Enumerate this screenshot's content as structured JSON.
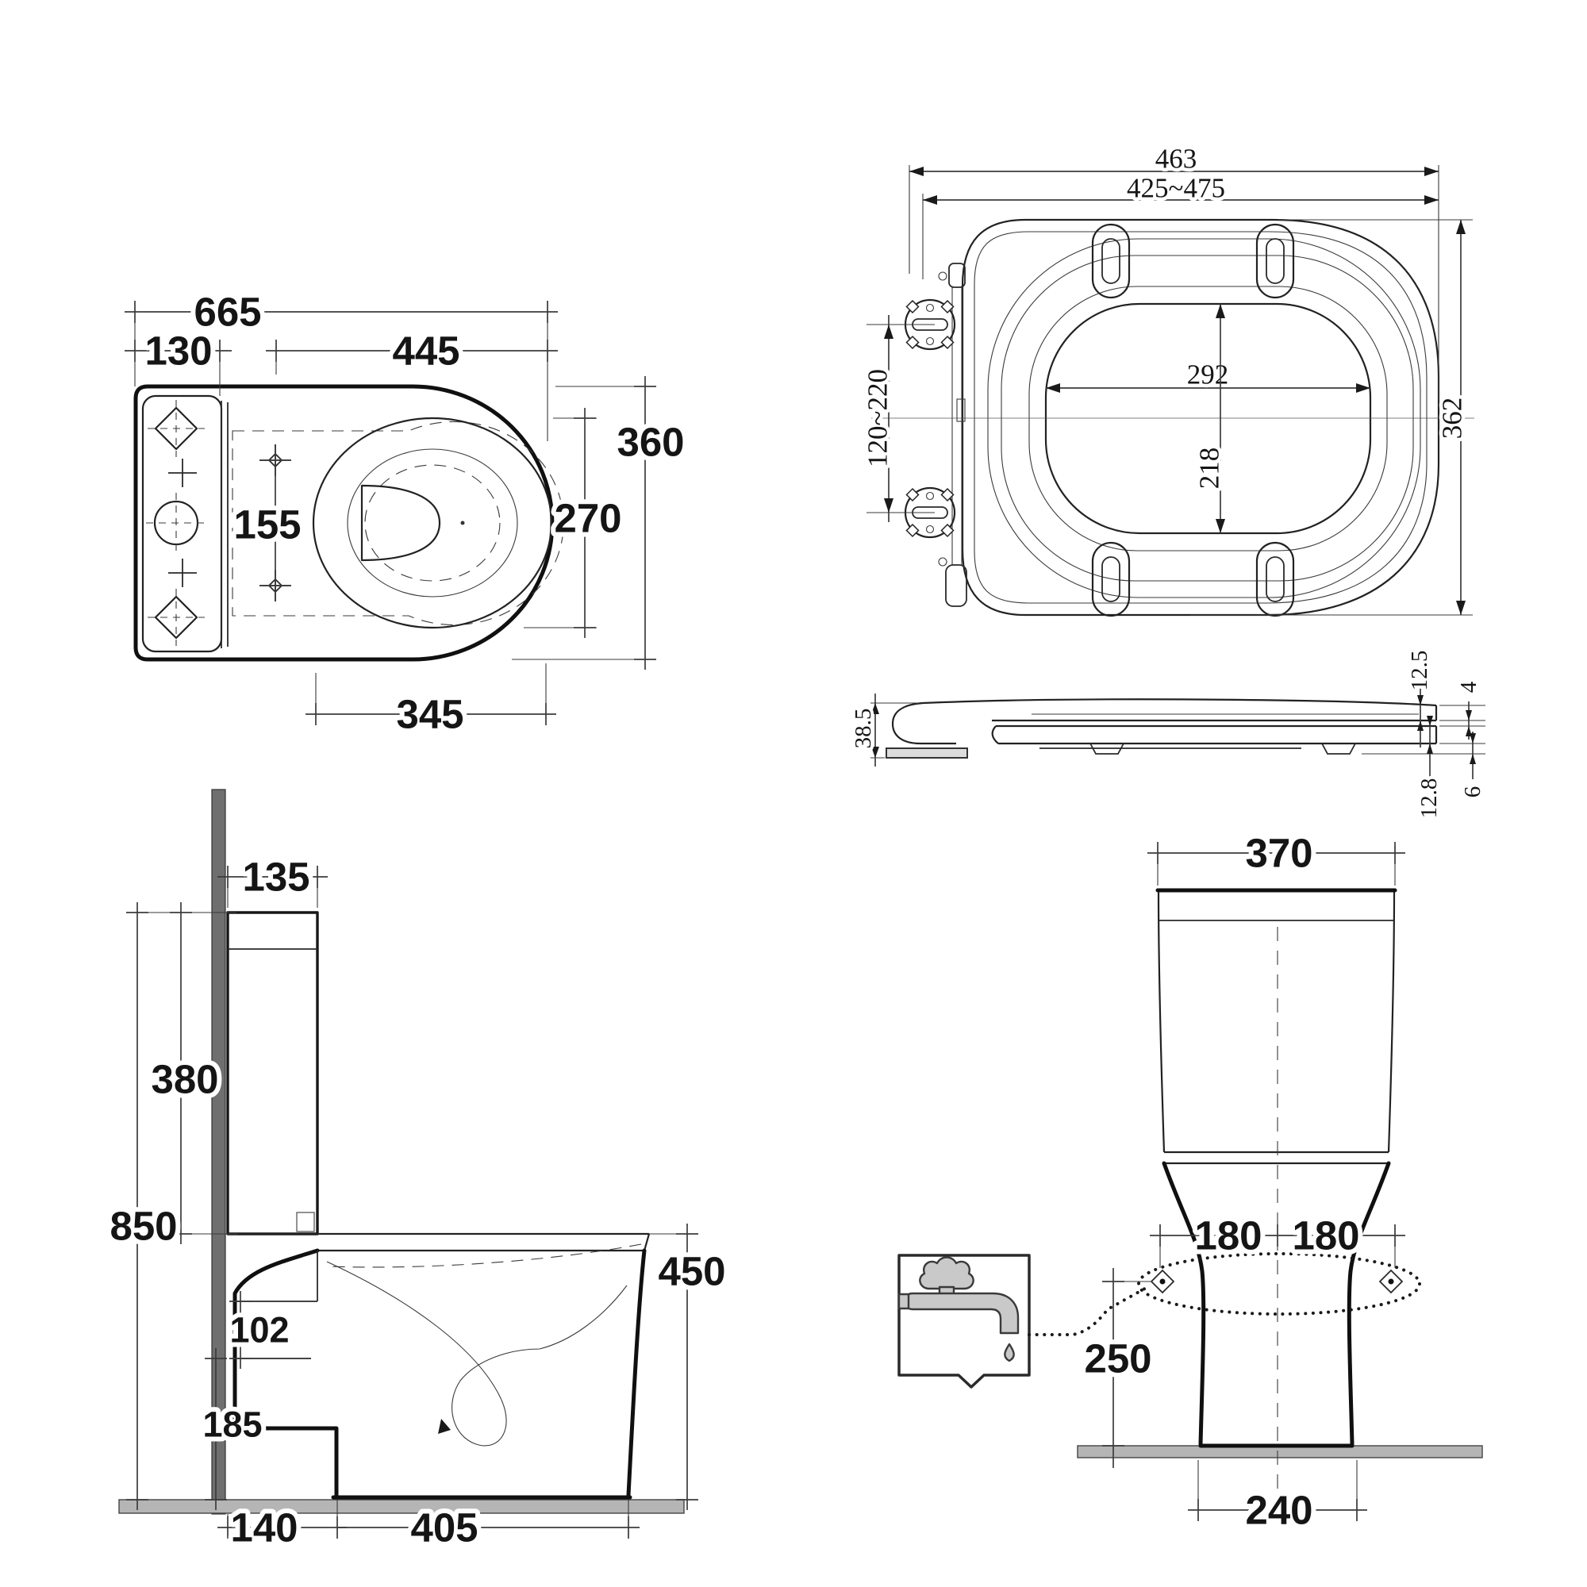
{
  "plan": {
    "overall_length": "665",
    "tank_depth": "130",
    "seat_length": "445",
    "hole_spacing": "155",
    "overall_width": "360",
    "bowl_width": "270",
    "bowl_front_length": "345"
  },
  "seat": {
    "outer_width": "463",
    "adjustable_width": "425~475",
    "opening_width": "292",
    "opening_depth": "218",
    "outer_depth": "362",
    "hinge_spacing": "120~220"
  },
  "seat_profile": {
    "total_height": "38.5",
    "lid_thickness": "12.5",
    "gap": "4",
    "ring_thickness": "12.8",
    "bumper_height": "6"
  },
  "side": {
    "tank_top_depth": "135",
    "tank_height": "380",
    "overall_height": "850",
    "inlet_step": "102",
    "inlet_height": "185",
    "setback": "140",
    "base_length": "405",
    "bowl_height": "450"
  },
  "front": {
    "tank_width": "370",
    "bolt_offset_left": "180",
    "bolt_offset_right": "180",
    "supply_height": "250",
    "base_width": "240"
  },
  "icons": {
    "faucet": "water-supply-tap"
  }
}
